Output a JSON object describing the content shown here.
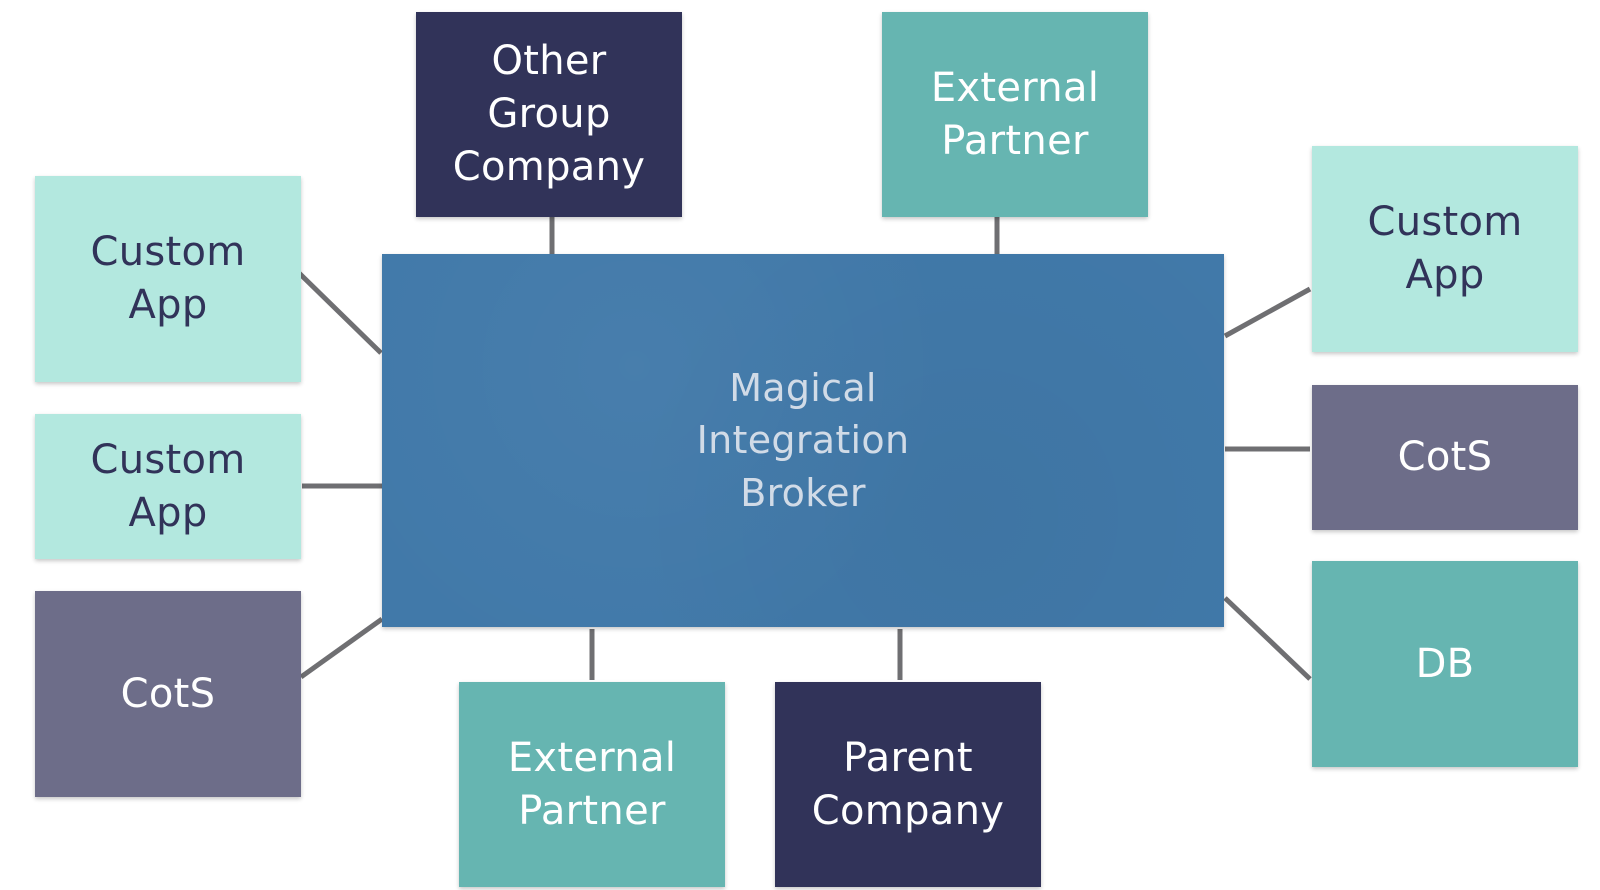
{
  "diagram": {
    "hub": {
      "label": "Magical\nIntegration\nBroker"
    },
    "nodes": {
      "other_group_company": {
        "label": "Other\nGroup\nCompany"
      },
      "external_partner_top": {
        "label": "External\nPartner"
      },
      "custom_app_right": {
        "label": "Custom\nApp"
      },
      "cots_right": {
        "label": "CotS"
      },
      "db_right": {
        "label": "DB"
      },
      "parent_company": {
        "label": "Parent\nCompany"
      },
      "external_partner_bottom": {
        "label": "External\nPartner"
      },
      "cots_left": {
        "label": "CotS"
      },
      "custom_app_left_middle": {
        "label": "Custom\nApp"
      },
      "custom_app_left_top": {
        "label": "Custom\nApp"
      }
    }
  }
}
